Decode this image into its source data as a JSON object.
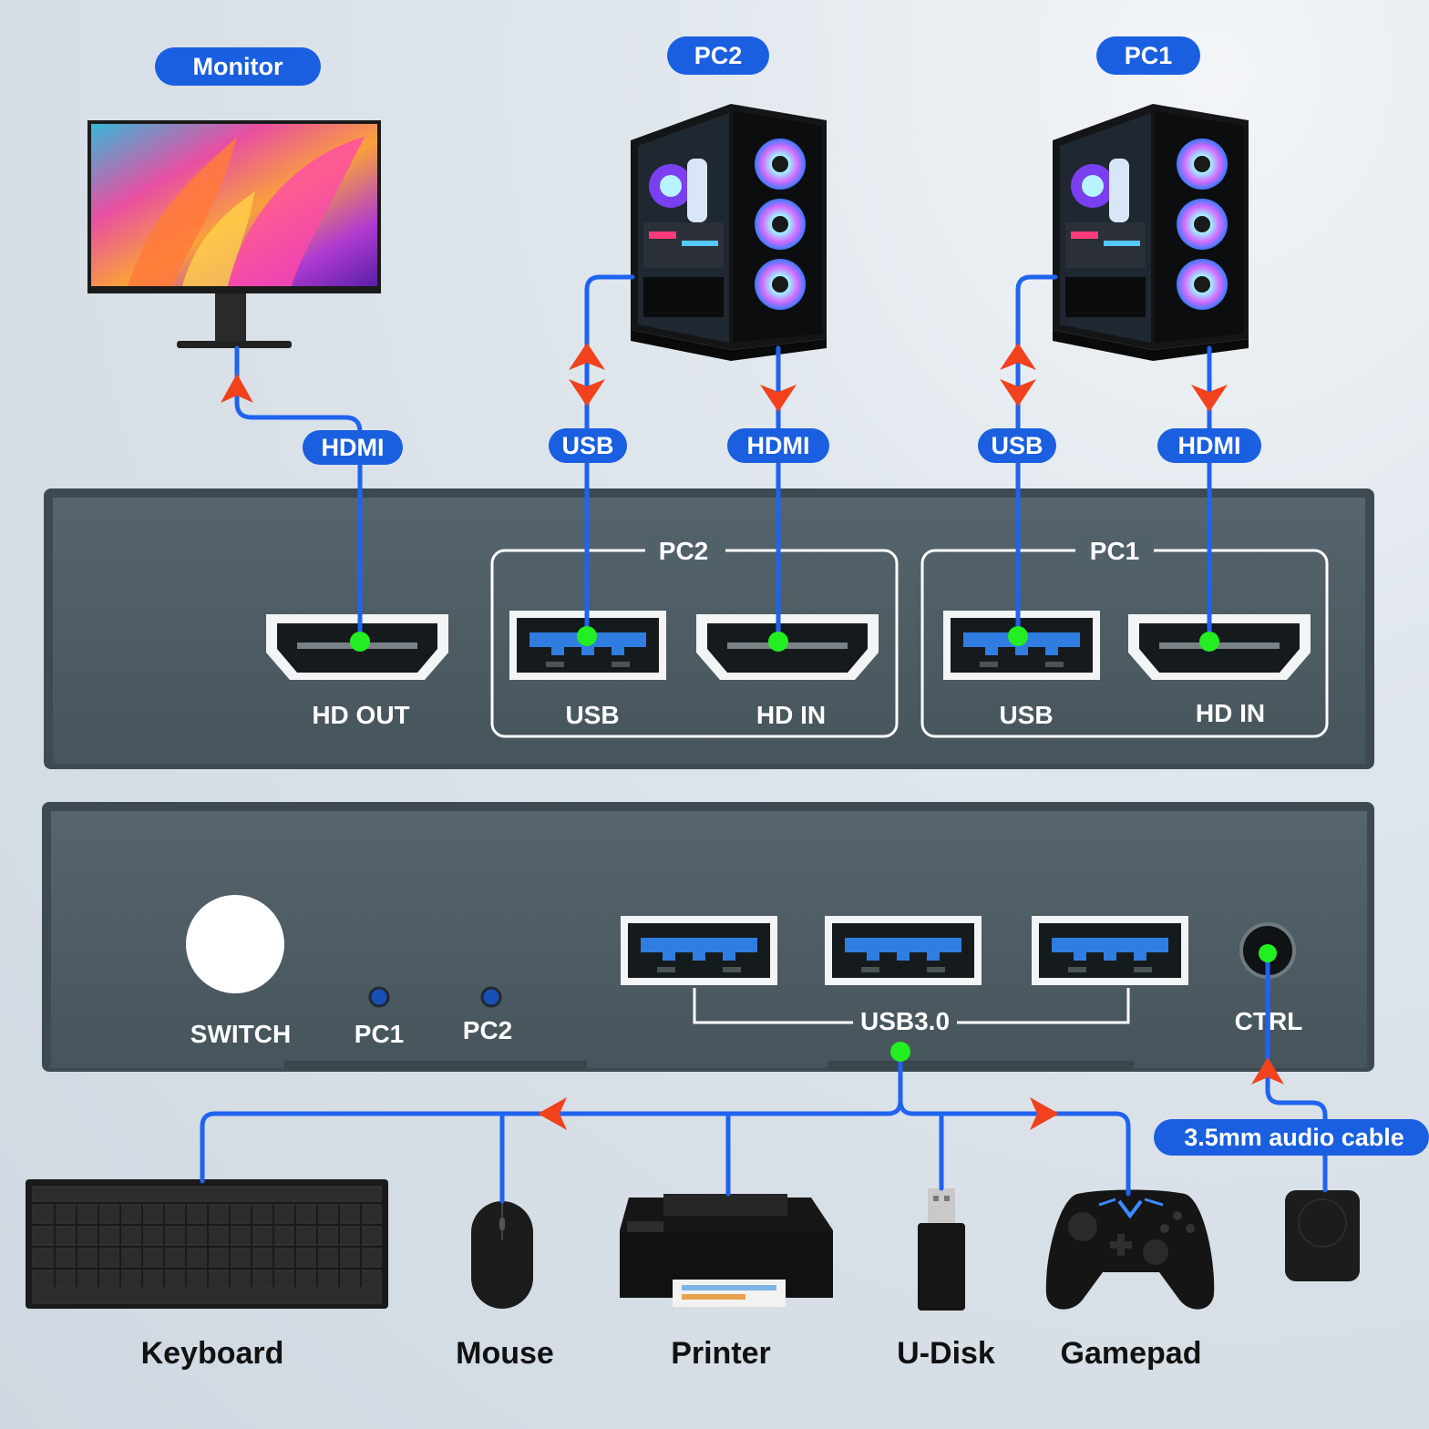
{
  "labels": {
    "monitor": "Monitor",
    "pc2": "PC2",
    "pc1": "PC1",
    "hdmi": "HDMI",
    "usb": "USB",
    "audio_cable": "3.5mm audio cable"
  },
  "back_panel": {
    "hd_out": "HD OUT",
    "group_pc2": "PC2",
    "group_pc1": "PC1",
    "usb": "USB",
    "hd_in": "HD IN"
  },
  "front_panel": {
    "switch": "SWITCH",
    "led_pc1": "PC1",
    "led_pc2": "PC2",
    "usb3": "USB3.0",
    "ctrl": "CTRL"
  },
  "devices": {
    "keyboard": "Keyboard",
    "mouse": "Mouse",
    "printer": "Printer",
    "udisk": "U-Disk",
    "gamepad": "Gamepad"
  },
  "colors": {
    "cable": "#1f63ef",
    "pill": "#1a5fe0",
    "arrow": "#f2411d",
    "port_dot": "#22ee22",
    "chassis": "#4b5b63",
    "usb_blue": "#2f7de1"
  }
}
